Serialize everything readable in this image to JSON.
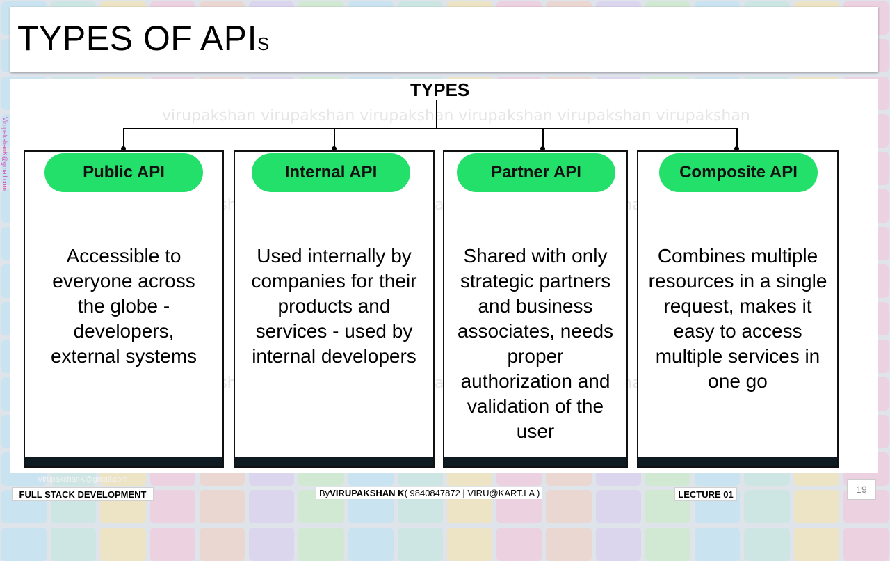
{
  "slide": {
    "title_main": "TYPES OF API",
    "title_suffix": "S",
    "page_number": "19",
    "watermark": "virupakshan",
    "side_email": "VirupakshanK@gmail.com",
    "footer_email": "VirupakshanK@gmail.com"
  },
  "diagram": {
    "root_label": "TYPES",
    "cards": [
      {
        "title": "Public API",
        "description": "Accessible to everyone across the globe - developers, external systems"
      },
      {
        "title": "Internal API",
        "description": "Used internally by companies for their products and services - used by internal developers"
      },
      {
        "title": "Partner API",
        "description": "Shared with only strategic partners and business associates, needs proper authorization and validation of the user"
      },
      {
        "title": "Composite API",
        "description": "Combines multiple resources in a single request, makes it easy to access multiple services in one go"
      }
    ]
  },
  "footer": {
    "course": "FULL STACK DEVELOPMENT",
    "author_prefix": "By ",
    "author_name": "VIRUPAKSHAN K",
    "author_contact": " ( 9840847872 | VIRU@KART.LA )",
    "lecture": "LECTURE 01"
  },
  "colors": {
    "pill_green": "#22e06a",
    "card_base": "#0f1b23"
  }
}
